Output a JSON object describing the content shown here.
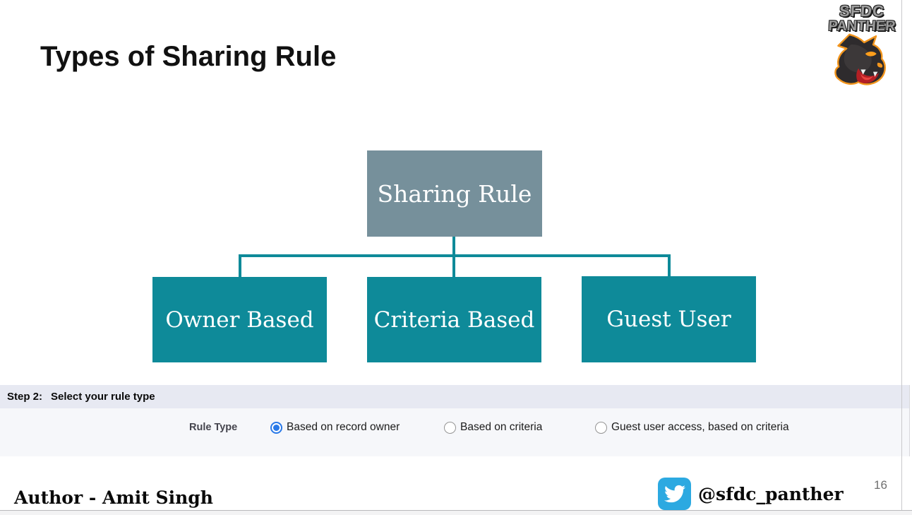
{
  "header": {
    "title": "Types of Sharing Rule"
  },
  "logo": {
    "line1": "SFDC",
    "line2": "PANTHER"
  },
  "diagram": {
    "root_label": "Sharing Rule",
    "children": [
      {
        "label": "Owner Based"
      },
      {
        "label": "Criteria Based"
      },
      {
        "label": "Guest User"
      }
    ]
  },
  "step_section": {
    "step_prefix": "Step 2:",
    "step_title": "Select your rule type",
    "field_label": "Rule Type",
    "options": [
      {
        "label": "Based on record owner",
        "selected": true
      },
      {
        "label": "Based on criteria",
        "selected": false
      },
      {
        "label": "Guest user access, based on criteria",
        "selected": false
      }
    ]
  },
  "footer": {
    "author": "Author - Amit Singh",
    "twitter_handle": "@sfdc_panther",
    "page_number": "16"
  },
  "colors": {
    "teal": "#0E8A99",
    "root_gray": "#76909B",
    "bar_bg": "#E7E9F2",
    "radio_area_bg": "#F6F7FA",
    "twitter_blue": "#2CA9E1",
    "selected_radio_blue": "#2979E8"
  }
}
